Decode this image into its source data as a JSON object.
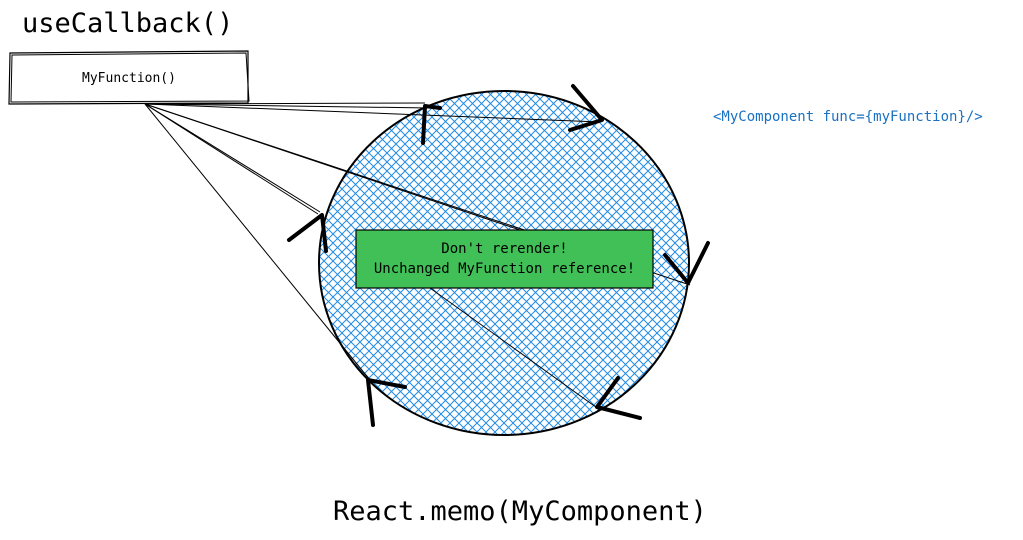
{
  "title": "useCallback()",
  "function_box": {
    "label": "MyFunction()"
  },
  "component_call": "<MyComponent func={myFunction}/>",
  "status_box": {
    "line1": "Don't rerender!",
    "line2": "Unchanged MyFunction reference!",
    "fill_color": "#40c057"
  },
  "caption": "React.memo(MyComponent)",
  "colors": {
    "hatch": "#228be6",
    "code_text": "#1971c2",
    "stroke": "#000000"
  }
}
